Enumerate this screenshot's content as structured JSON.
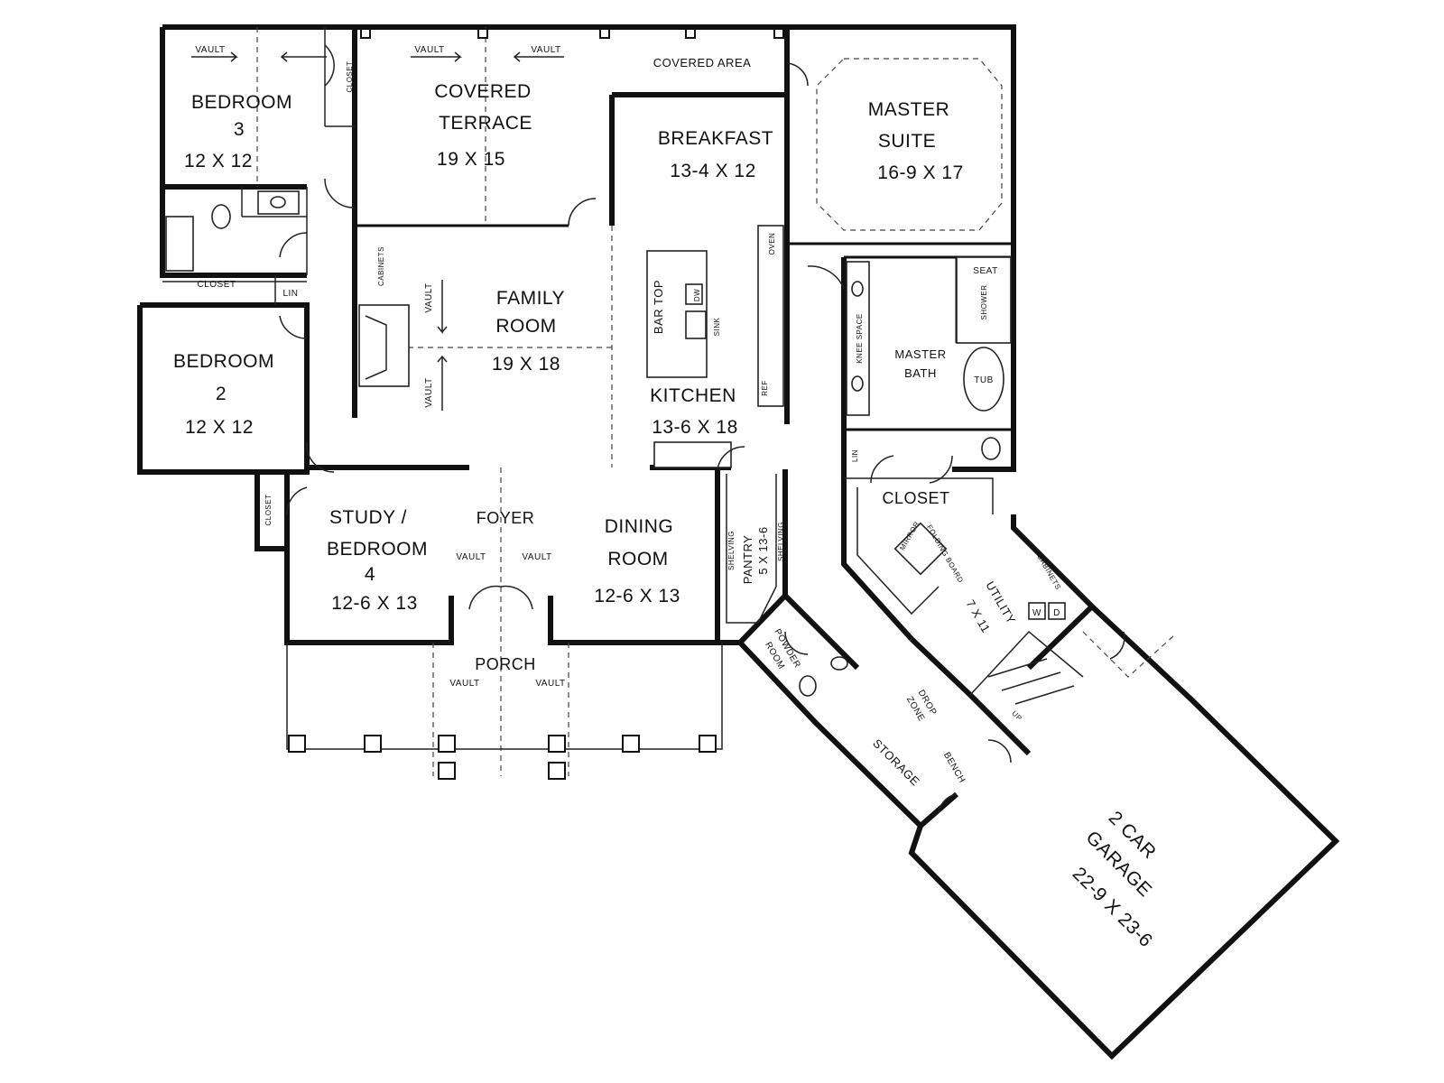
{
  "rooms": {
    "bedroom3": {
      "name_line1": "BEDROOM",
      "name_line2": "3",
      "size": "12 X 12"
    },
    "covered_terrace": {
      "name_line1": "COVERED",
      "name_line2": "TERRACE",
      "size": "19 X 15"
    },
    "covered_area": "COVERED AREA",
    "breakfast": {
      "name": "BREAKFAST",
      "size": "13-4 X 12"
    },
    "master_suite": {
      "name_line1": "MASTER",
      "name_line2": "SUITE",
      "size": "16-9 X 17"
    },
    "family_room": {
      "name_line1": "FAMILY",
      "name_line2": "ROOM",
      "size": "19 X 18"
    },
    "bedroom2": {
      "name_line1": "BEDROOM",
      "name_line2": "2",
      "size": "12 X 12"
    },
    "kitchen": {
      "name": "KITCHEN",
      "size": "13-6 X 18"
    },
    "master_bath": {
      "name_line1": "MASTER",
      "name_line2": "BATH"
    },
    "study": {
      "name_line1": "STUDY /",
      "name_line2": "BEDROOM",
      "name_line3": "4",
      "size": "12-6 X 13"
    },
    "foyer": "FOYER",
    "dining_room": {
      "name_line1": "DINING",
      "name_line2": "ROOM",
      "size": "12-6 X 13"
    },
    "pantry": {
      "name": "PANTRY",
      "size": "5 X 13-6"
    },
    "closet_master": "CLOSET",
    "utility": {
      "name": "UTILITY",
      "size": "7 X 11"
    },
    "porch": "PORCH",
    "powder_room": {
      "name_line1": "POWDER",
      "name_line2": "ROOM"
    },
    "drop_zone": {
      "name_line1": "DROP",
      "name_line2": "ZONE"
    },
    "storage": "STORAGE",
    "bench": "BENCH",
    "garage": {
      "name_line1": "2 CAR",
      "name_line2": "GARAGE",
      "size": "22-9 X 23-6"
    }
  },
  "small_labels": {
    "vault": "VAULT",
    "closet": "CLOSET",
    "lin": "LIN",
    "cabinets": "CABINETS",
    "bar_top": "BAR TOP",
    "dw": "DW",
    "sink": "SINK",
    "oven": "OVEN",
    "ref": "REF",
    "seat": "SEAT",
    "shower": "SHOWER",
    "tub": "TUB",
    "knee_space": "KNEE SPACE",
    "mirror": "MIRROR",
    "folding_board": "FOLDING BOARD",
    "shelving": "SHELVING",
    "w": "W",
    "d": "D",
    "up": "UP"
  }
}
